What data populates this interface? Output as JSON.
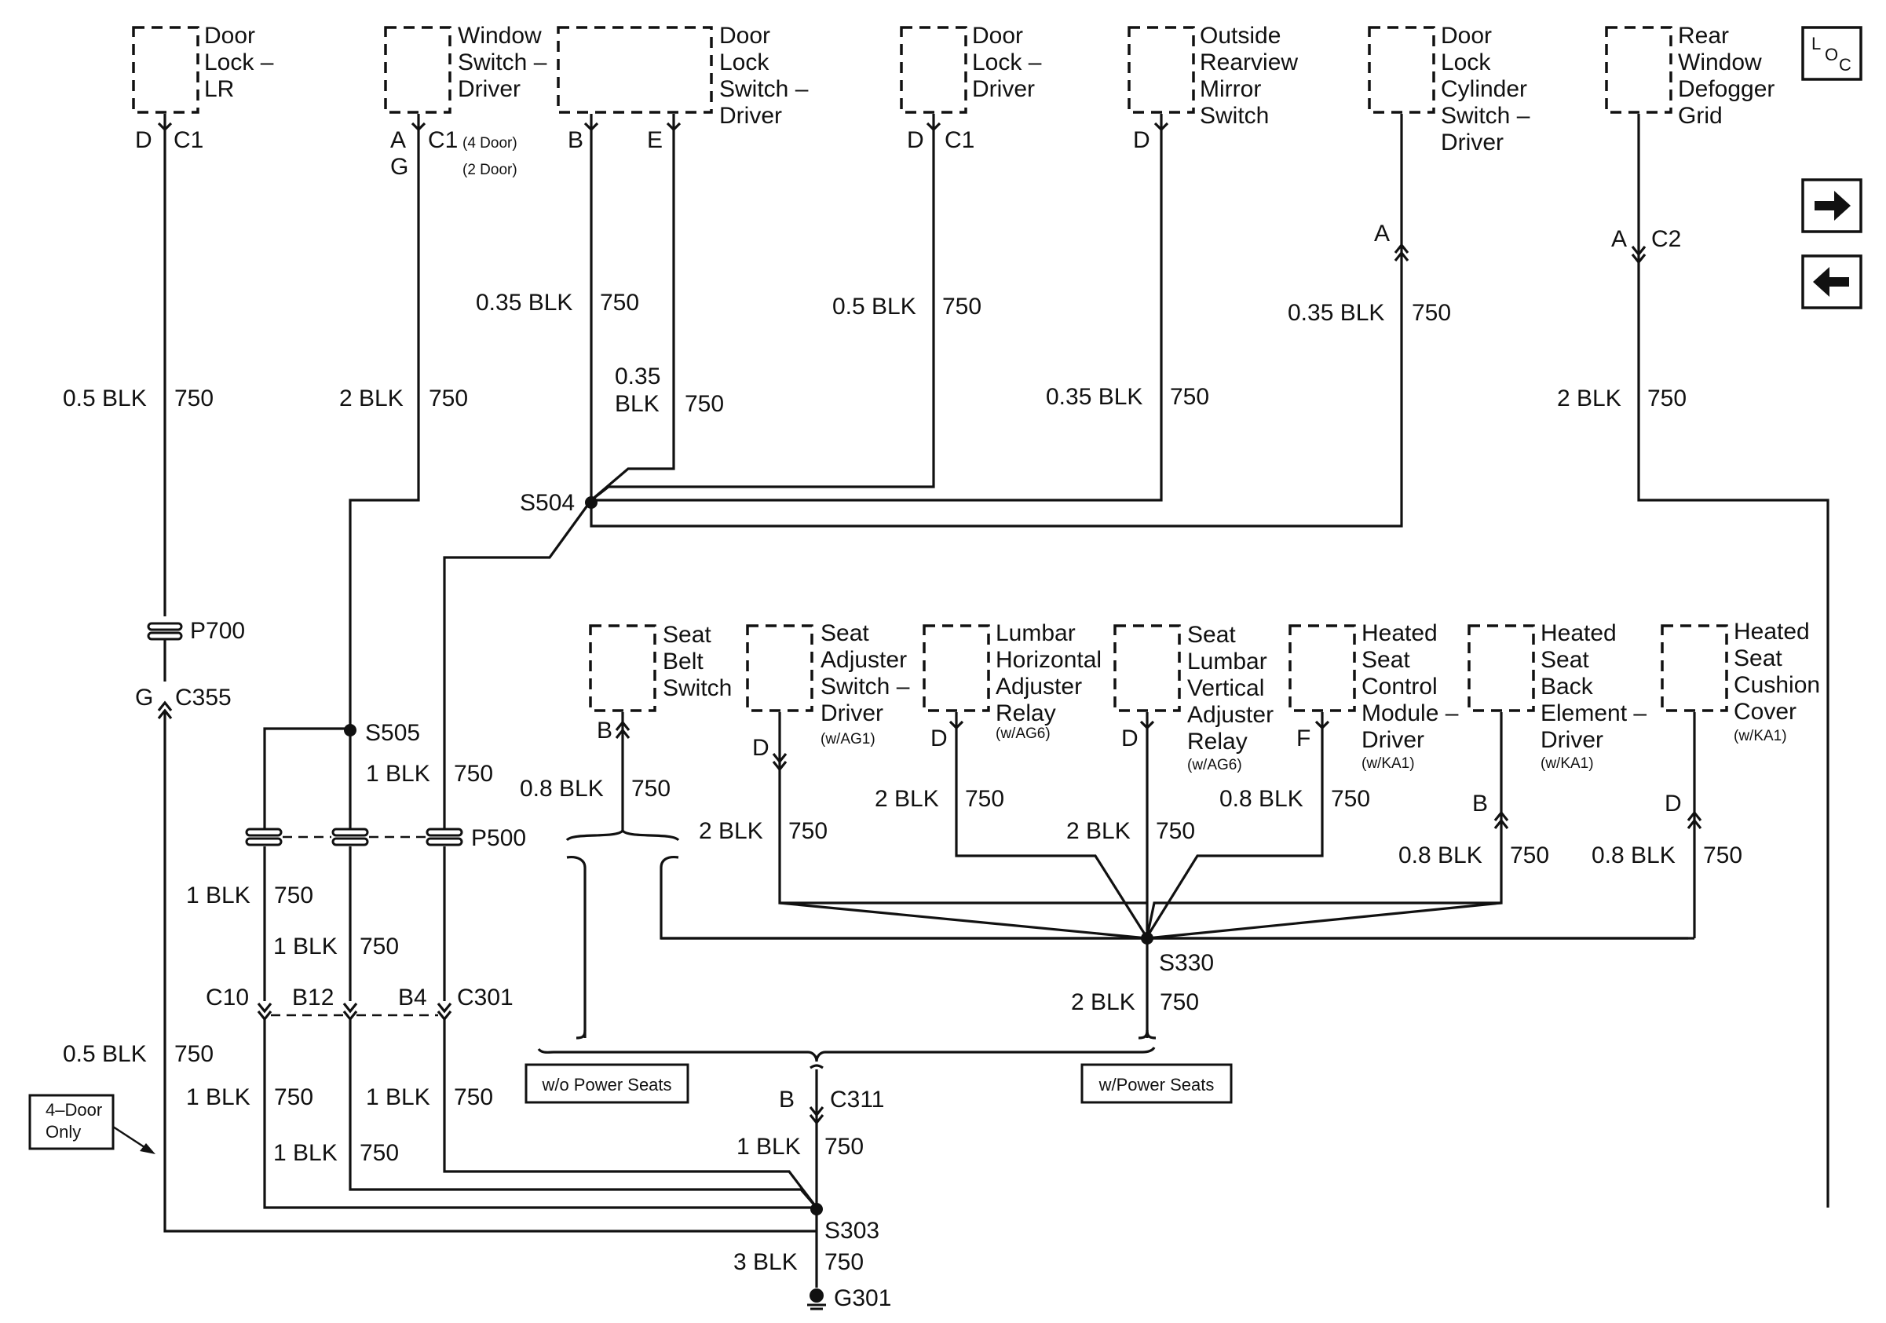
{
  "components": {
    "door_lock_lr": [
      "Door",
      "Lock –",
      "LR"
    ],
    "window_switch_driver": [
      "Window",
      "Switch –",
      "Driver"
    ],
    "door_lock_switch_driver": [
      "Door",
      "Lock",
      "Switch –",
      "Driver"
    ],
    "door_lock_driver": [
      "Door",
      "Lock –",
      "Driver"
    ],
    "outside_rearview_mirror_switch": [
      "Outside",
      "Rearview",
      "Mirror",
      "Switch"
    ],
    "door_lock_cylinder_switch_driver": [
      "Door",
      "Lock",
      "Cylinder",
      "Switch –",
      "Driver"
    ],
    "rear_window_defogger_grid": [
      "Rear",
      "Window",
      "Defogger",
      "Grid"
    ],
    "seat_belt_switch": [
      "Seat",
      "Belt",
      "Switch"
    ],
    "seat_adjuster_switch_driver": [
      "Seat",
      "Adjuster",
      "Switch –",
      "Driver"
    ],
    "lumbar_horizontal_adjuster_relay": [
      "Lumbar",
      "Horizontal",
      "Adjuster",
      "Relay"
    ],
    "seat_lumbar_vertical_adjuster_relay": [
      "Seat",
      "Lumbar",
      "Vertical",
      "Adjuster",
      "Relay"
    ],
    "heated_seat_control_module_driver": [
      "Heated",
      "Seat",
      "Control",
      "Module –",
      "Driver"
    ],
    "heated_seat_back_element_driver": [
      "Heated",
      "Seat",
      "Back",
      "Element –",
      "Driver"
    ],
    "heated_seat_cushion_cover": [
      "Heated",
      "Seat",
      "Cushion",
      "Cover"
    ]
  },
  "options": {
    "w_ag1": "(w/AG1)",
    "w_ag6": "(w/AG6)",
    "w_ka1": "(w/KA1)",
    "four_door": "(4 Door)",
    "two_door": "(2 Door)"
  },
  "pins": {
    "D": "D",
    "A": "A",
    "G": "G",
    "B": "B",
    "E": "E",
    "F": "F"
  },
  "connectors": {
    "C1": "C1",
    "C2": "C2",
    "C355": "C355",
    "C301": "C301",
    "C10": "C10",
    "B12": "B12",
    "B4": "B4",
    "C311": "C311"
  },
  "splices": {
    "S504": "S504",
    "S505": "S505",
    "S330": "S330",
    "S303": "S303"
  },
  "pass_throughs": {
    "P700": "P700",
    "P500": "P500"
  },
  "ground": "G301",
  "wires": {
    "blk_035": "0.35 BLK",
    "blk_035_a": "0.35",
    "blk_035_b": "BLK",
    "blk_05": "0.5 BLK",
    "blk_08": "0.8 BLK",
    "blk_1": "1 BLK",
    "blk_2": "2 BLK",
    "blk_3": "3 BLK",
    "circuit": "750"
  },
  "boxes": {
    "four_door_only": [
      "4–Door",
      "Only"
    ],
    "wo_power_seats": "w/o Power Seats",
    "w_power_seats": "w/Power Seats"
  },
  "nav": {
    "loc_L": "L",
    "loc_O": "O",
    "loc_C": "C",
    "next_icon": "arrow-right",
    "prev_icon": "arrow-left"
  }
}
